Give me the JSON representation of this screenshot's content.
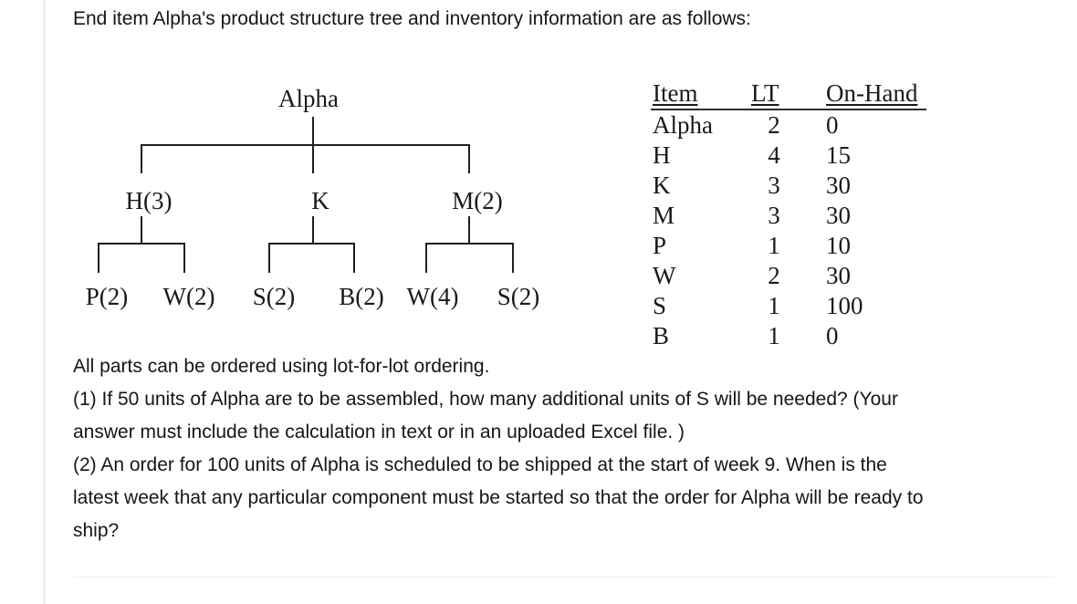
{
  "page": {
    "title": "End item Alpha's product structure tree and inventory information are as follows:"
  },
  "tree": {
    "root": "Alpha",
    "level1": [
      "H(3)",
      "K",
      "M(2)"
    ],
    "level2": [
      "P(2)",
      "W(2)",
      "S(2)",
      "B(2)",
      "W(4)",
      "S(2)"
    ]
  },
  "table": {
    "headers": [
      "Item",
      "LT",
      "On-Hand"
    ],
    "rows": [
      [
        "Alpha",
        "2",
        "0"
      ],
      [
        "H",
        "4",
        "15"
      ],
      [
        "K",
        "3",
        "30"
      ],
      [
        "M",
        "3",
        "30"
      ],
      [
        "P",
        "1",
        "10"
      ],
      [
        "W",
        "2",
        "30"
      ],
      [
        "S",
        "1",
        "100"
      ],
      [
        "B",
        "1",
        "0"
      ]
    ]
  },
  "body": {
    "lines": [
      "All parts can be ordered using lot-for-lot ordering.",
      "(1) If 50 units of Alpha are to be assembled, how many additional units of S will be needed? (Your",
      "answer must include the calculation in text or in an uploaded Excel file. )",
      "(2) An order for 100 units of Alpha is scheduled to be shipped at the start of week 9. When is the",
      "latest week that any particular component must be started so that the order for Alpha will be ready to",
      "ship?"
    ]
  }
}
